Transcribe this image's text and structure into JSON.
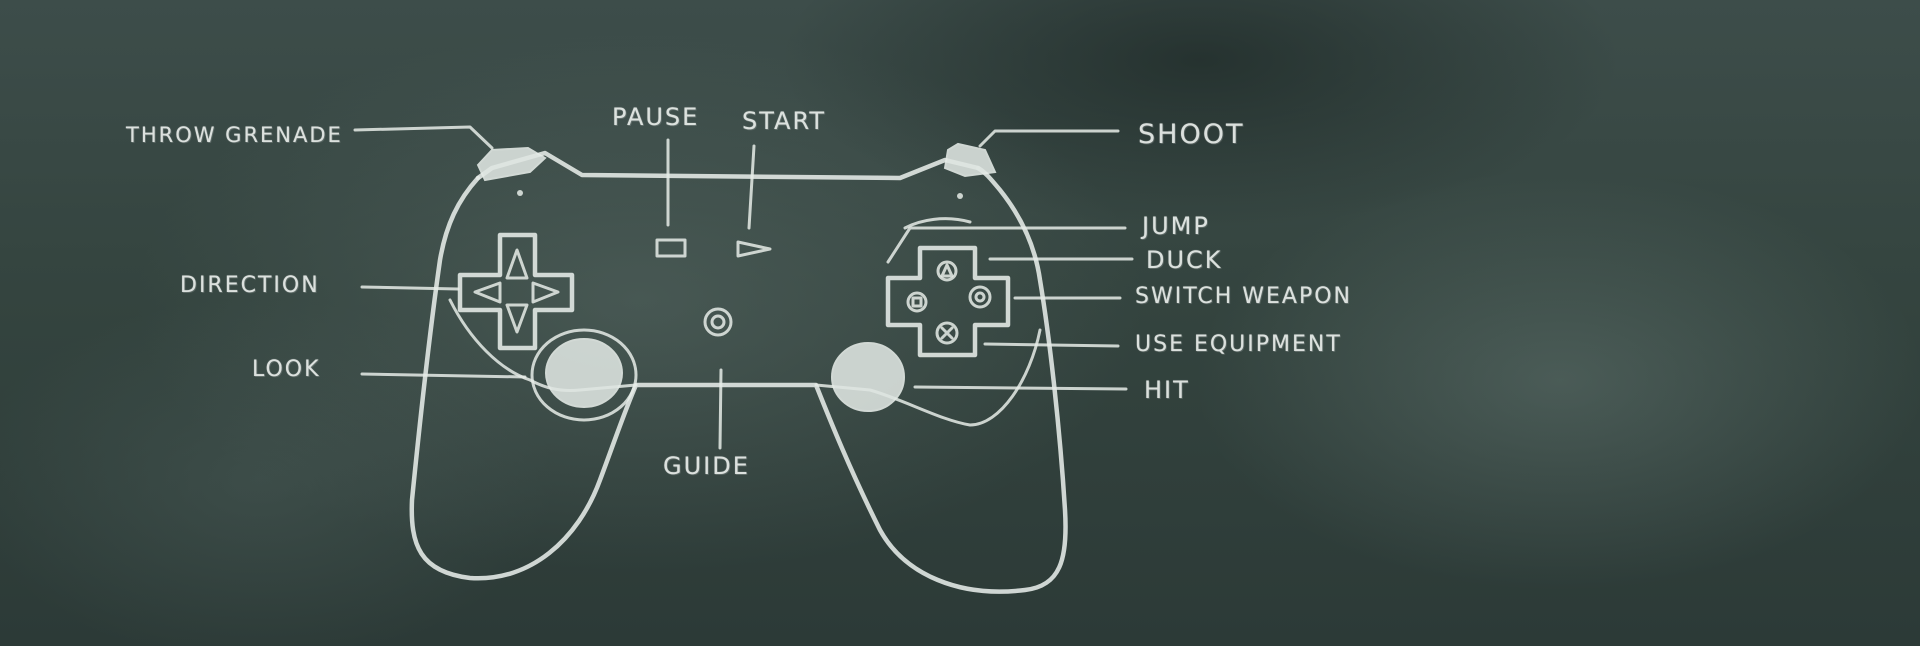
{
  "colors": {
    "board": "#34443f",
    "chalk": "#e6ece8"
  },
  "labels": {
    "throw_grenade": "THROW GRENADE",
    "pause": "PAUSE",
    "start": "START",
    "shoot": "SHOOT",
    "jump": "JUMP",
    "duck": "DUCK",
    "direction": "DIRECTION",
    "switch_weapon": "SWITCH WEAPON",
    "use_equipment": "USE EQUIPMENT",
    "look": "LOOK",
    "hit": "HIT",
    "guide": "GUIDE"
  }
}
